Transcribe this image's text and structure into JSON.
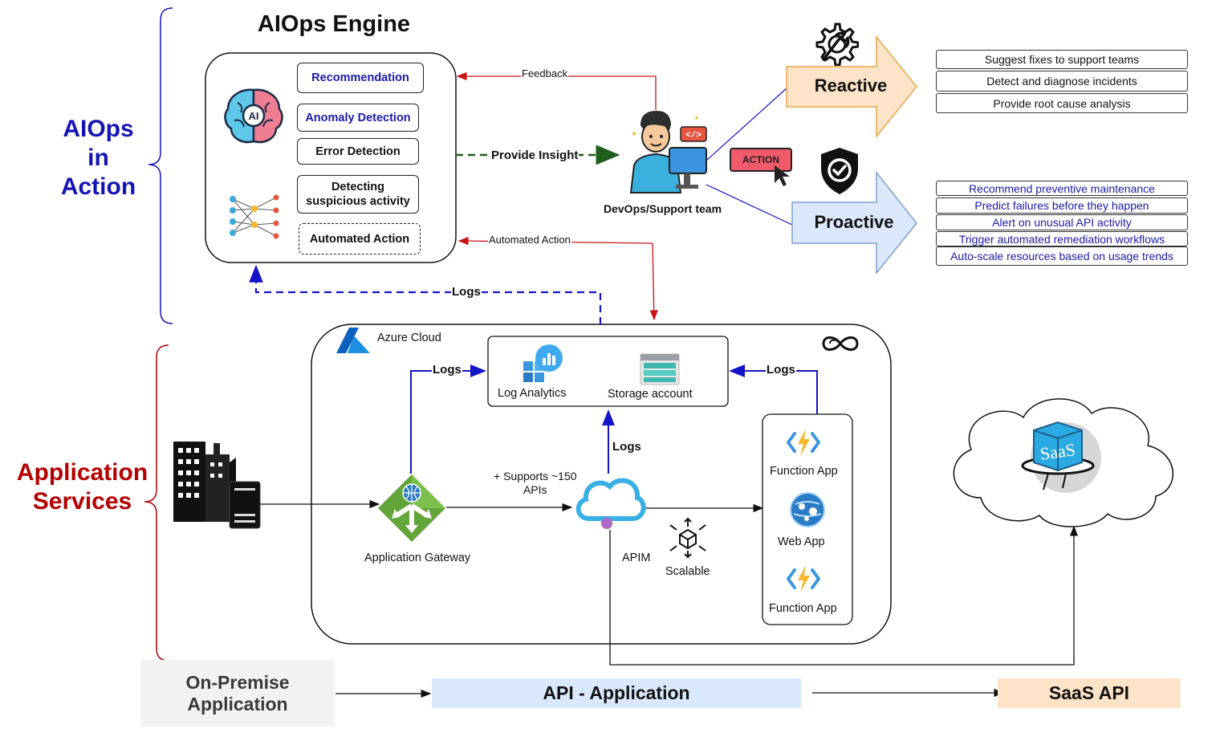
{
  "left_sections": {
    "aiops": {
      "title": "AIOps in Action",
      "lines": [
        "AIOps",
        "in",
        "Action"
      ],
      "color": "#1414b4"
    },
    "services": {
      "title": "Application Services",
      "lines": [
        "Application",
        "Services"
      ],
      "color": "#b40000"
    }
  },
  "engine": {
    "title": "AIOps Engine",
    "capabilities": [
      {
        "label": "Recommendation",
        "style": "blue"
      },
      {
        "label": "Anomaly Detection",
        "style": "blue"
      },
      {
        "label": "Error Detection",
        "style": "plain"
      },
      {
        "label": "Detecting suspicious activity",
        "lines": [
          "Detecting",
          "suspicious activity"
        ],
        "style": "plain"
      },
      {
        "label": "Automated Action",
        "style": "dashed"
      }
    ],
    "icons": [
      "ai-brain-icon",
      "neural-network-icon"
    ]
  },
  "edges": {
    "feedback": "Feedback",
    "provide_insight": "Provide Insight",
    "automated_action": "Automated Action",
    "logs_top": "Logs",
    "logs_gateway": "Logs",
    "logs_apim": "Logs",
    "logs_functions": "Logs"
  },
  "team": {
    "label": "DevOps/Support team",
    "action_tag": "ACTION"
  },
  "reactive": {
    "label": "Reactive",
    "fill": "#fde3c8",
    "items": [
      "Suggest fixes to support teams",
      "Detect and diagnose incidents",
      "Provide root cause analysis"
    ]
  },
  "proactive": {
    "label": "Proactive",
    "fill": "#dbe8fb",
    "items": [
      "Recommend preventive maintenance",
      "Predict failures before they happen",
      "Alert on unusual API activity",
      "Trigger automated remediation workflows",
      "Auto-scale resources based on usage trends"
    ]
  },
  "azure": {
    "title": "Azure Cloud",
    "log_analytics": "Log Analytics",
    "storage_account": "Storage account",
    "gateway": "Application Gateway",
    "apim": "APIM",
    "apim_note_line1": "+ Supports ~150",
    "apim_note_line2": "APIs",
    "scalable": "Scalable",
    "apps": [
      "Function App",
      "Web App",
      "Function App"
    ]
  },
  "bottom": {
    "on_prem": {
      "label": "On-Premise Application",
      "lines": [
        "On-Premise",
        "Application"
      ],
      "fill": "#f2f2f2"
    },
    "api_app": {
      "label": "API - Application",
      "fill": "#dae8fc"
    },
    "saas_api": {
      "label": "SaaS API",
      "fill": "#fde3c8"
    }
  },
  "saas_cloud": {
    "logo_text": "SaaS"
  },
  "colors": {
    "blue_edge": "#1313c8",
    "red_edge": "#c81414",
    "green_edge": "#1e5f1e",
    "black_edge": "#111111"
  }
}
